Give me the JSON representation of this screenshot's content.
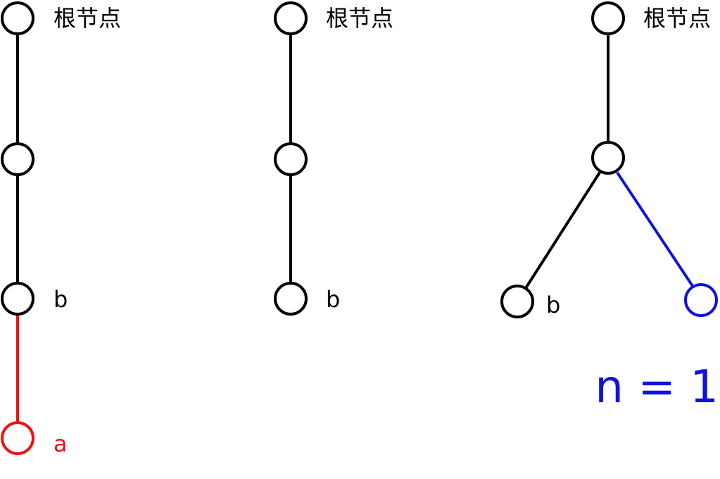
{
  "colors": {
    "default": "#000000",
    "highlight_red": "#ee1111",
    "highlight_blue": "#1111dd"
  },
  "trees": [
    {
      "id": "left-tree",
      "labels": {
        "root": "根节点",
        "b": "b",
        "a": "a"
      }
    },
    {
      "id": "middle-tree",
      "labels": {
        "root": "根节点",
        "b": "b"
      }
    },
    {
      "id": "right-tree",
      "labels": {
        "root": "根节点",
        "b": "b"
      }
    }
  ],
  "formula": "n = 1"
}
